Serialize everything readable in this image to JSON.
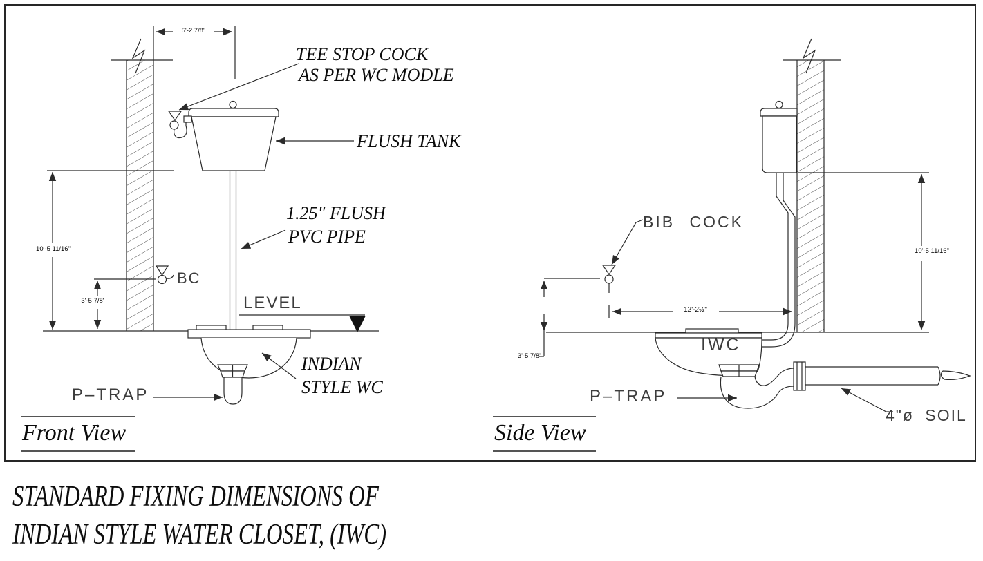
{
  "drawing_title": {
    "line1": "STANDARD FIXING DIMENSIONS OF",
    "line2": "INDIAN STYLE WATER CLOSET, (IWC)"
  },
  "front_view": {
    "caption": "Front View",
    "labels": {
      "tee_stop_cock_1": "TEE STOP COCK",
      "tee_stop_cock_2": "AS PER WC MODLE",
      "flush_tank": "FLUSH TANK",
      "flush_pipe_1": "1.25\" FLUSH",
      "flush_pipe_2": "PVC PIPE",
      "level": "LEVEL",
      "wc_1": "INDIAN",
      "wc_2": "STYLE WC",
      "p_trap": "P–TRAP",
      "bib_cock": "BC"
    },
    "dimensions": {
      "pipe_offset_from_wall": "5'-2 7/8\"",
      "tank_height": "10'-5 11/16\"",
      "bib_cock_height": "3'-5 7/8'"
    }
  },
  "side_view": {
    "caption": "Side View",
    "labels": {
      "bib_cock": "BIB COCK",
      "pan": "IWC",
      "p_trap": "P–TRAP",
      "soil_pipe": "4\"ø SOIL"
    },
    "dimensions": {
      "tank_height": "10'-5 11/16\"",
      "bib_cock_height": "3'-5 7/8'",
      "bib_cock_to_wall": "12'-2½\""
    }
  }
}
